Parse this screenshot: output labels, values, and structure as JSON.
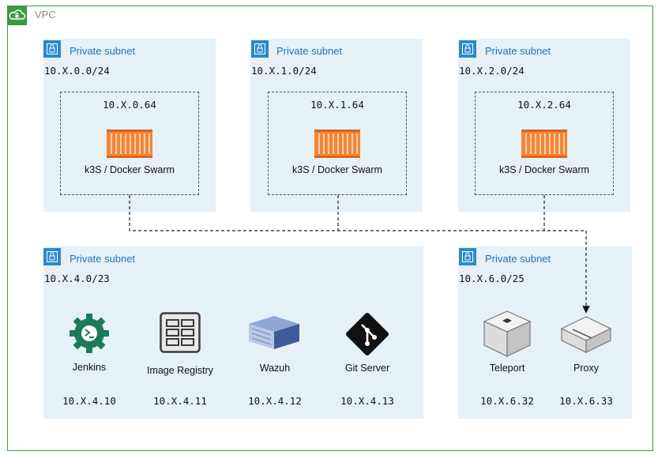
{
  "vpc": {
    "label": "VPC",
    "icon": "cloud-lock-icon"
  },
  "subnets": {
    "s0": {
      "title": "Private subnet",
      "cidr": "10.X.0.0/24",
      "node_ip": "10.X.0.64",
      "node_label": "k3S / Docker Swarm"
    },
    "s1": {
      "title": "Private subnet",
      "cidr": "10.X.1.0/24",
      "node_ip": "10.X.1.64",
      "node_label": "k3S / Docker Swarm"
    },
    "s2": {
      "title": "Private subnet",
      "cidr": "10.X.2.0/24",
      "node_ip": "10.X.2.64",
      "node_label": "k3S / Docker Swarm"
    },
    "s4": {
      "title": "Private subnet",
      "cidr": "10.X.4.0/23",
      "services": [
        {
          "label": "Jenkins",
          "ip": "10.X.4.10",
          "icon": "jenkins-icon"
        },
        {
          "label": "Image Registry",
          "ip": "10.X.4.11",
          "icon": "registry-icon"
        },
        {
          "label": "Wazuh",
          "ip": "10.X.4.12",
          "icon": "server-icon"
        },
        {
          "label": "Git Server",
          "ip": "10.X.4.13",
          "icon": "git-icon"
        }
      ]
    },
    "s6": {
      "title": "Private subnet",
      "cidr": "10.X.6.0/25",
      "services": [
        {
          "label": "Teleport",
          "ip": "10.X.6.32",
          "icon": "instance-icon"
        },
        {
          "label": "Proxy",
          "ip": "10.X.6.33",
          "icon": "instance-icon"
        }
      ]
    }
  },
  "colors": {
    "vpc_border": "#3f9a3f",
    "subnet_fill": "#e6f0f7",
    "subnet_title": "#1f76b9",
    "lock": "#2b8acb",
    "container": "#f58536"
  }
}
